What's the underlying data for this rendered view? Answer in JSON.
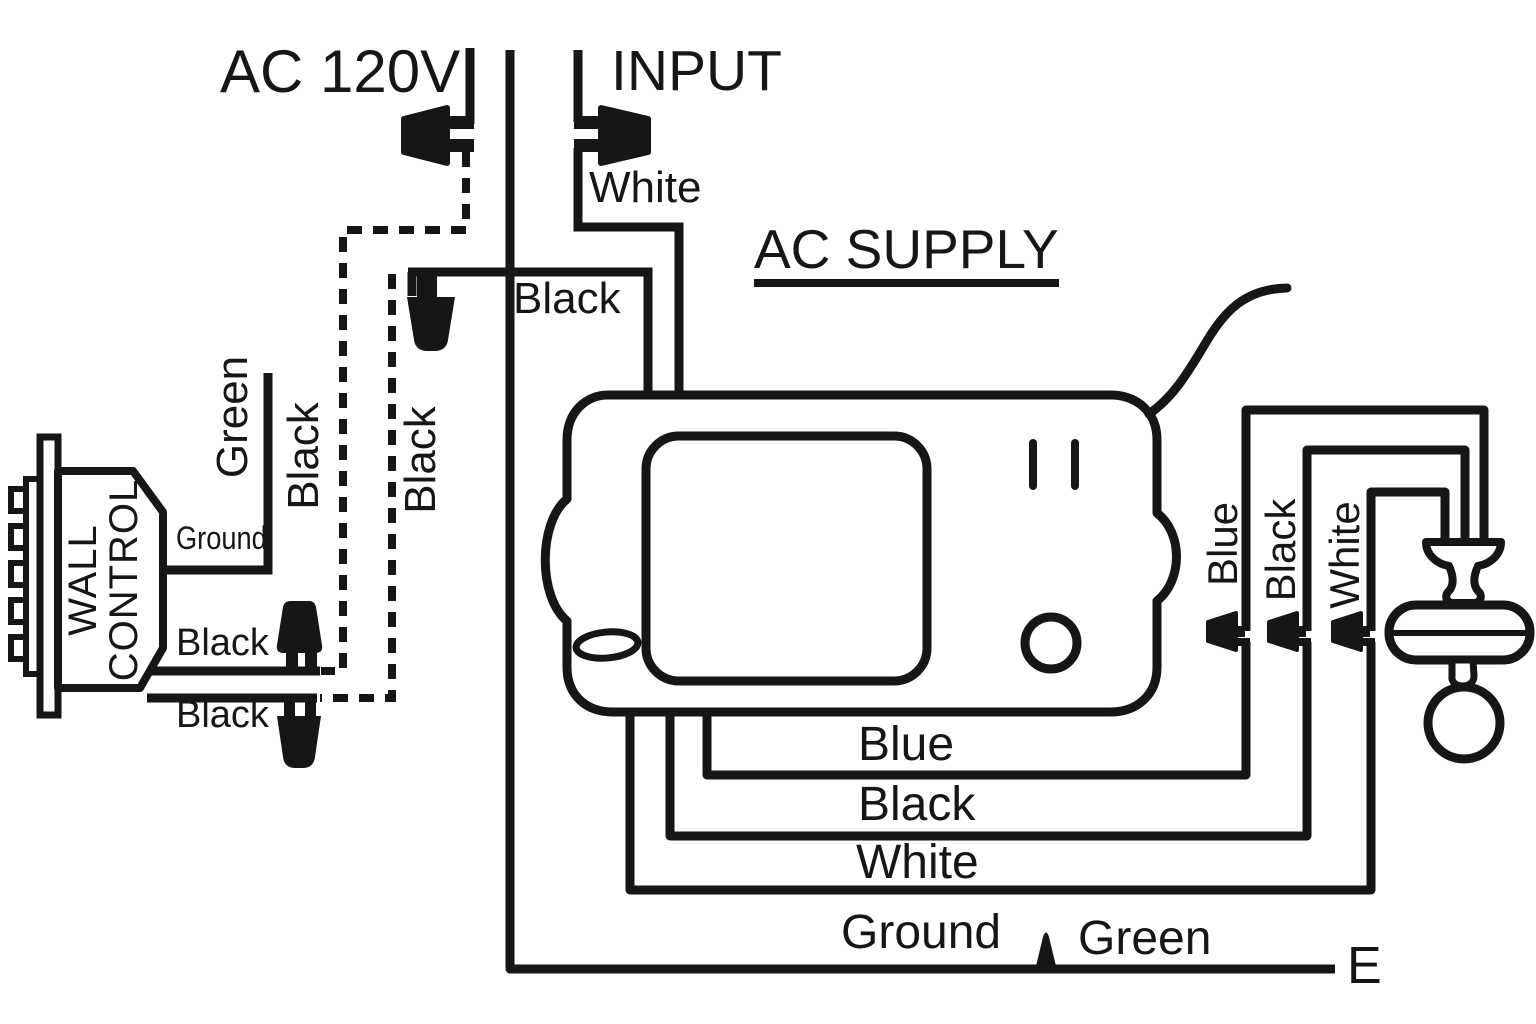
{
  "diagram": {
    "title": "Ceiling fan wall control wiring diagram",
    "background": "#ffffff",
    "line_color": "#161616",
    "source": {
      "ac_voltage": "AC 120V",
      "input": "INPUT",
      "ac_supply": "AC SUPPLY"
    },
    "supply_wires": {
      "white": "White",
      "black": "Black"
    },
    "wall_control": {
      "name_line1": "WALL",
      "name_line2": "CONTROL",
      "ground": "Ground",
      "green": "Green",
      "black_dashed_left": "Black",
      "black_dashed_right": "Black",
      "black_upper": "Black",
      "black_lower": "Black"
    },
    "fan_wires": {
      "blue": "Blue",
      "black": "Black",
      "white": "White"
    },
    "receiver_wires": {
      "blue": "Blue",
      "black": "Black",
      "white": "White",
      "ground": "Ground",
      "green": "Green",
      "earth": "E"
    }
  }
}
